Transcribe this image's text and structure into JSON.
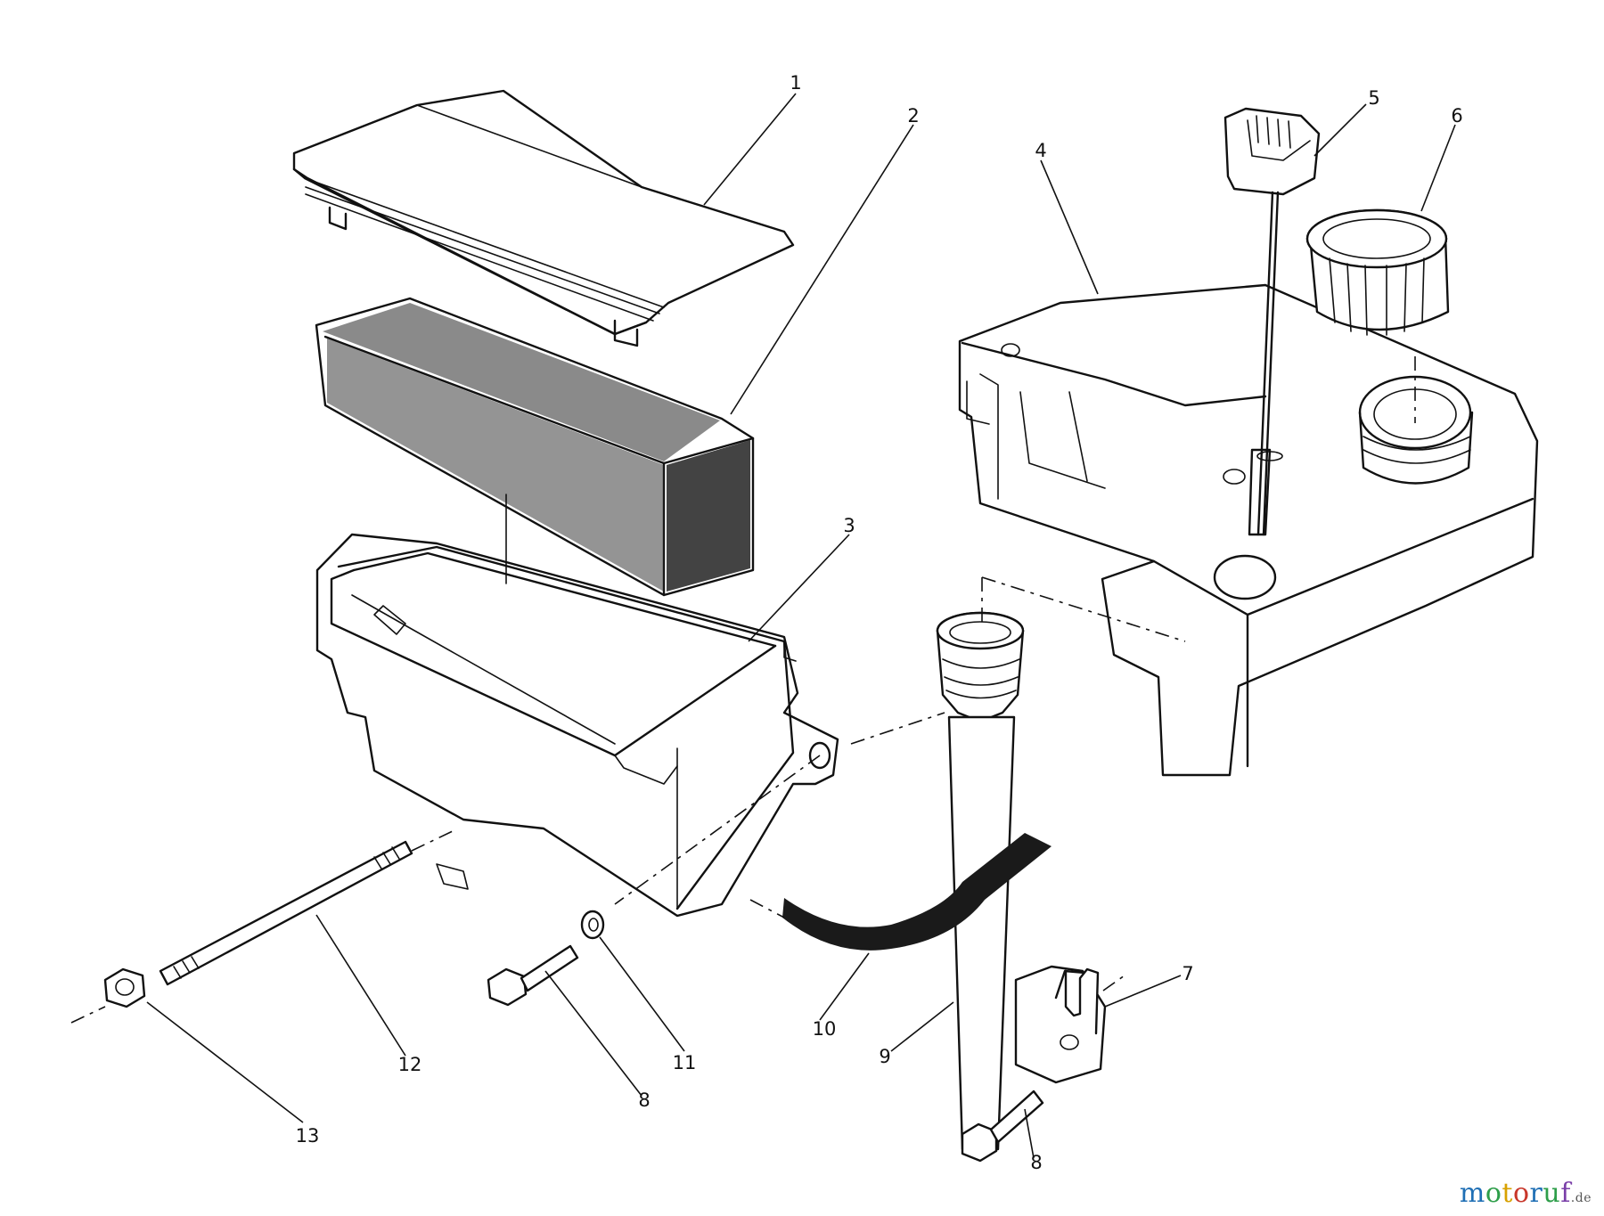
{
  "callouts": [
    {
      "label": "1"
    },
    {
      "label": "2"
    },
    {
      "label": "3"
    },
    {
      "label": "4"
    },
    {
      "label": "5"
    },
    {
      "label": "6"
    },
    {
      "label": "7"
    },
    {
      "label": "8"
    },
    {
      "label": "8"
    },
    {
      "label": "9"
    },
    {
      "label": "10"
    },
    {
      "label": "11"
    },
    {
      "label": "12"
    },
    {
      "label": "13"
    }
  ],
  "watermark": {
    "letters": [
      "m",
      "o",
      "t",
      "o",
      "r",
      "u",
      "f"
    ],
    "tld": ".de"
  }
}
